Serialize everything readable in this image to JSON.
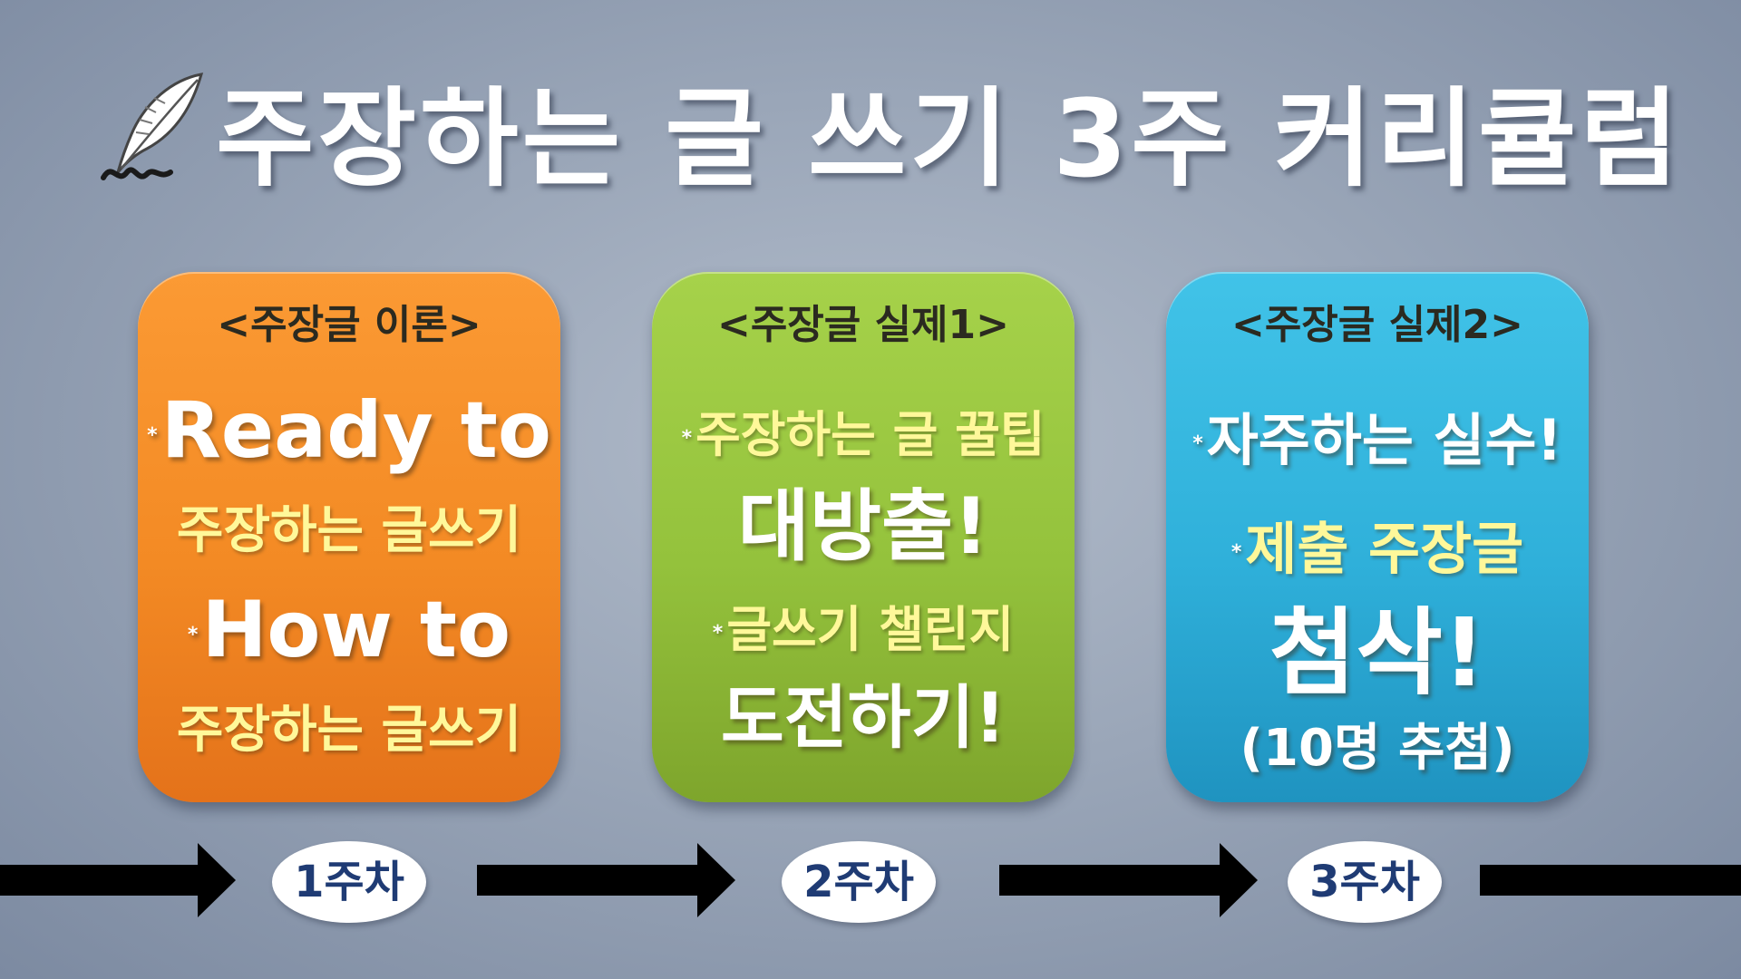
{
  "title": "주장하는 글 쓰기 3주 커리큘럼",
  "icon": "quill-pen-icon",
  "colors": {
    "orange": "#f38a24",
    "green": "#94c23c",
    "blue": "#2fb0da",
    "week_text": "#1f3b74",
    "highlight": "#fff89a"
  },
  "cards": [
    {
      "heading": "<주장글 이론>",
      "lines": [
        "Ready to",
        "주장하는 글쓰기",
        "How to",
        "주장하는 글쓰기"
      ]
    },
    {
      "heading": "<주장글 실제1>",
      "lines": [
        "주장하는 글 꿀팁",
        "대방출!",
        "글쓰기 챌린지",
        "도전하기!"
      ]
    },
    {
      "heading": "<주장글 실제2>",
      "lines": [
        "자주하는 실수!",
        "제출 주장글",
        "첨삭!",
        "(10명 추첨)"
      ]
    }
  ],
  "weeks": [
    "1주차",
    "2주차",
    "3주차"
  ]
}
